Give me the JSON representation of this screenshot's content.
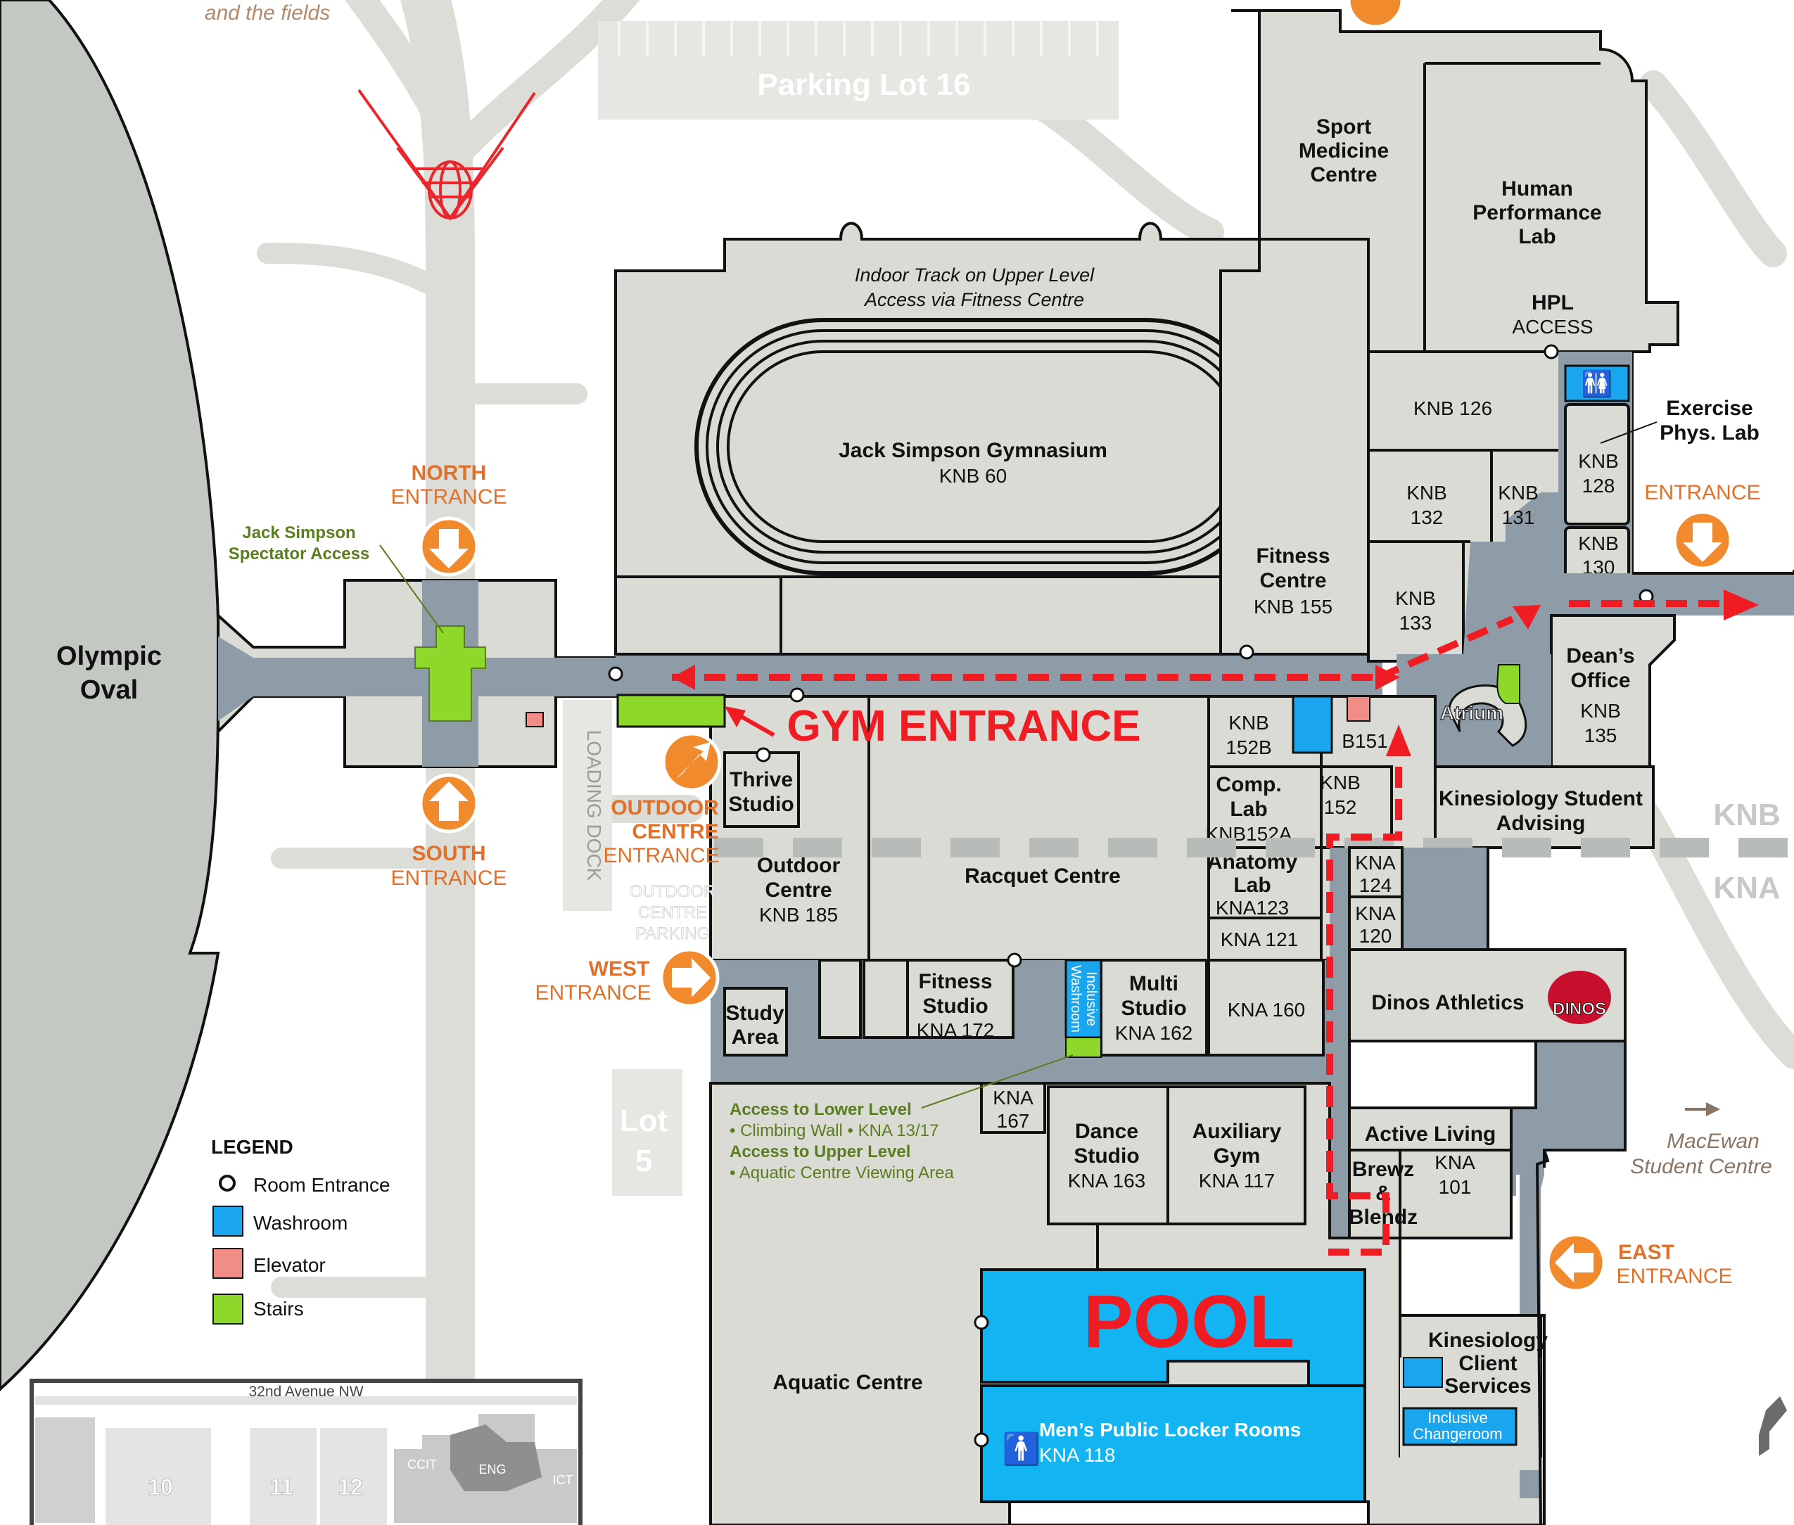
{
  "landmarks": {
    "fields_note": "and the fields",
    "parking_lot_16": "Parking Lot 16",
    "olympic_oval": [
      "Olympic",
      "Oval"
    ],
    "loading_dock": "LOADING DOCK",
    "outdoor_centre_parking": [
      "OUTDOOR",
      "CENTRE",
      "PARKING"
    ],
    "lot_5": [
      "Lot",
      "5"
    ],
    "knb": "KNB",
    "kna": "KNA",
    "macewan": [
      "MacEwan",
      "Student Centre"
    ]
  },
  "rooms": {
    "indoor_track_note": [
      "Indoor Track on Upper Level",
      "Access via Fitness Centre"
    ],
    "gymnasium": [
      "Jack Simpson Gymnasium",
      "KNB 60"
    ],
    "sport_medicine": [
      "Sport",
      "Medicine",
      "Centre"
    ],
    "human_performance": [
      "Human",
      "Performance",
      "Lab"
    ],
    "hpl_access": [
      "HPL",
      "ACCESS"
    ],
    "knb126": "KNB 126",
    "exercise_phys": [
      "Exercise",
      "Phys. Lab"
    ],
    "knb128": [
      "KNB",
      "128"
    ],
    "knb130": [
      "KNB",
      "130"
    ],
    "knb132": [
      "KNB",
      "132"
    ],
    "knb131": [
      "KNB",
      "131"
    ],
    "knb133": [
      "KNB",
      "133"
    ],
    "fitness_centre": [
      "Fitness",
      "Centre",
      "KNB 155"
    ],
    "deans_office": [
      "Dean’s",
      "Office",
      "KNB",
      "135"
    ],
    "atrium": "Atrium",
    "knb152b": [
      "KNB",
      "152B"
    ],
    "b151": "B151",
    "comp_lab": [
      "Comp.",
      "Lab",
      "KNB152A"
    ],
    "knb152": [
      "KNB",
      "152"
    ],
    "kin_advising": [
      "Kinesiology Student",
      "Advising"
    ],
    "thrive": [
      "Thrive",
      "Studio"
    ],
    "outdoor_centre": [
      "Outdoor",
      "Centre",
      "KNB 185"
    ],
    "racquet": "Racquet Centre",
    "anatomy": [
      "Anatomy",
      "Lab",
      "KNA123"
    ],
    "kna124": [
      "KNA",
      "124"
    ],
    "kna120": [
      "KNA",
      "120"
    ],
    "kna121": "KNA 121",
    "fitness_studio": [
      "Fitness",
      "Studio",
      "KNA 172"
    ],
    "inclusive_washroom": [
      "Inclusive",
      "Washroom"
    ],
    "multi_studio": [
      "Multi",
      "Studio",
      "KNA 162"
    ],
    "kna160": "KNA 160",
    "dinos_athletics": "Dinos Athletics",
    "dinos_logo": "DINOS",
    "study_area": [
      "Study",
      "Area"
    ],
    "kna167": [
      "KNA",
      "167"
    ],
    "dance_studio": [
      "Dance",
      "Studio",
      "KNA 163"
    ],
    "auxiliary_gym": [
      "Auxiliary",
      "Gym",
      "KNA 117"
    ],
    "active_living": "Active Living",
    "brewz": [
      "Brewz",
      "&",
      "Blendz"
    ],
    "kna101": [
      "KNA",
      "101"
    ],
    "aquatic_centre": "Aquatic Centre",
    "pool": "POOL",
    "locker_rooms": [
      "Men’s Public Locker Rooms",
      "KNA 118"
    ],
    "kin_client": [
      "Kinesiology",
      "Client",
      "Services"
    ],
    "inclusive_changeroom": [
      "Inclusive",
      "Changeroom"
    ]
  },
  "entrances": {
    "north": [
      "NORTH",
      "ENTRANCE"
    ],
    "south": [
      "SOUTH",
      "ENTRANCE"
    ],
    "outdoor_centre": [
      "OUTDOOR",
      "CENTRE",
      "ENTRANCE"
    ],
    "west": [
      "WEST",
      "ENTRANCE"
    ],
    "east": [
      "EAST",
      "ENTRANCE"
    ],
    "northeast": "ENTRANCE",
    "gym_entrance": "GYM ENTRANCE"
  },
  "notes": {
    "spectator": [
      "Jack Simpson",
      "Spectator Access"
    ],
    "stairs_note": [
      "Access to Lower Level",
      "• Climbing Wall • KNA 13/17",
      "Access to Upper Level",
      "• Aquatic Centre Viewing Area"
    ]
  },
  "legend": {
    "title": "LEGEND",
    "items": [
      {
        "label": "Room Entrance",
        "color": "#111111",
        "icon": "room-entrance-icon"
      },
      {
        "label": "Washroom",
        "color": "#1aa6ee"
      },
      {
        "label": "Elevator",
        "color": "#f28c86"
      },
      {
        "label": "Stairs",
        "color": "#8ed82b"
      }
    ]
  },
  "inset": {
    "street": "32nd Avenue NW",
    "lots": [
      "10",
      "11",
      "12"
    ],
    "buildings": [
      "CCIT",
      "ENG",
      "ICT"
    ]
  },
  "colors": {
    "route": "#ef1c24",
    "entrance": "#f1892d",
    "hallway": "#8e9ca7",
    "room": "#d9dbd4",
    "pool": "#12b4f2",
    "washroom": "#1aa6ee",
    "stairs": "#8ed82b",
    "elevator": "#f28c86"
  }
}
